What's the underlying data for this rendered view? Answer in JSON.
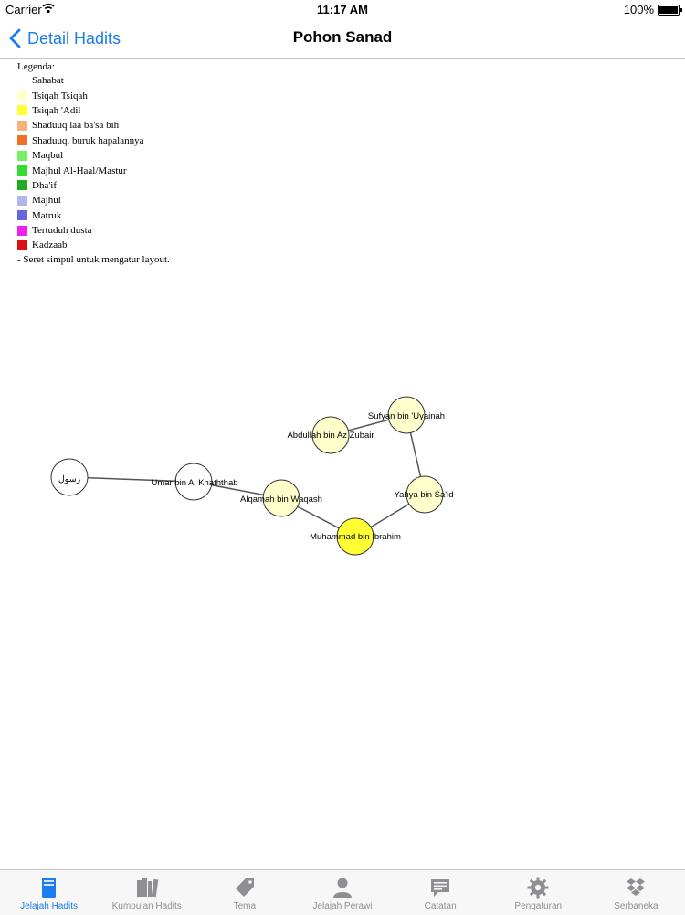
{
  "status_bar": {
    "carrier": "Carrier",
    "time": "11:17 AM",
    "battery": "100%"
  },
  "nav": {
    "back_label": "Detail Hadits",
    "title": "Pohon Sanad"
  },
  "legend": {
    "title": "Legenda:",
    "items": [
      {
        "label": "Sahabat",
        "color": "#ffffff"
      },
      {
        "label": "Tsiqah Tsiqah",
        "color": "#ffffcc"
      },
      {
        "label": "Tsiqah 'Adil",
        "color": "#ffff33"
      },
      {
        "label": "Shaduuq laa ba'sa bih",
        "color": "#f5b27d"
      },
      {
        "label": "Shaduuq, buruk hapalannya",
        "color": "#f26f2a"
      },
      {
        "label": "Maqbul",
        "color": "#77ee66"
      },
      {
        "label": "Majhul Al-Haal/Mastur",
        "color": "#33dd33"
      },
      {
        "label": "Dha'if",
        "color": "#22aa22"
      },
      {
        "label": "Majhul",
        "color": "#b3b3ee"
      },
      {
        "label": "Matruk",
        "color": "#6666dd"
      },
      {
        "label": "Tertuduh dusta",
        "color": "#ee22ee"
      },
      {
        "label": "Kadzaab",
        "color": "#dd1111"
      }
    ],
    "note": "- Seret simpul untuk mengatur layout."
  },
  "graph": {
    "nodes": [
      {
        "id": "rasul",
        "label": "رسول",
        "color": "#ffffff"
      },
      {
        "id": "umar",
        "label": "Umar bin Al Khaththab",
        "color": "#ffffff"
      },
      {
        "id": "alqamah",
        "label": "Alqamah bin Waqash",
        "color": "#ffffcc"
      },
      {
        "id": "muhammad",
        "label": "Muhammad bin Ibrahim",
        "color": "#ffff33"
      },
      {
        "id": "yahya",
        "label": "Yahya bin Sa'id",
        "color": "#ffffcc"
      },
      {
        "id": "sufyan",
        "label": "Sufyan bin 'Uyainah",
        "color": "#ffffcc"
      },
      {
        "id": "abdullah",
        "label": "Abdullah bin Az Zubair",
        "color": "#ffffcc"
      }
    ],
    "edges": [
      [
        "rasul",
        "umar"
      ],
      [
        "umar",
        "alqamah"
      ],
      [
        "alqamah",
        "muhammad"
      ],
      [
        "muhammad",
        "yahya"
      ],
      [
        "yahya",
        "sufyan"
      ],
      [
        "sufyan",
        "abdullah"
      ]
    ]
  },
  "tabs": [
    {
      "label": "Jelajah Hadits",
      "icon": "book-icon",
      "active": true
    },
    {
      "label": "Kumpulan Hadits",
      "icon": "books-icon",
      "active": false
    },
    {
      "label": "Tema",
      "icon": "tag-icon",
      "active": false
    },
    {
      "label": "Jelajah Perawi",
      "icon": "person-icon",
      "active": false
    },
    {
      "label": "Catatan",
      "icon": "note-icon",
      "active": false
    },
    {
      "label": "Pengaturan",
      "icon": "gear-icon",
      "active": false
    },
    {
      "label": "Serbaneka",
      "icon": "dropbox-icon",
      "active": false
    }
  ],
  "colors": {
    "accent": "#1a7df0",
    "inactive": "#8e8e93"
  }
}
